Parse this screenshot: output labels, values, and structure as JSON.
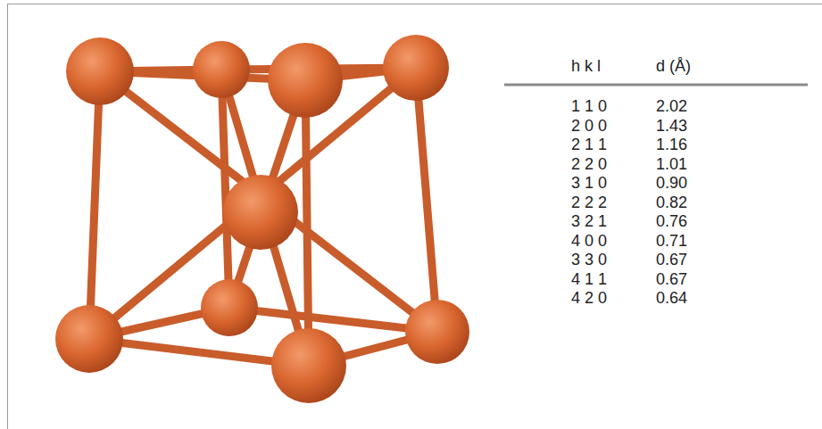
{
  "diagram": {
    "labels": [
      "h k l",
      "d (Å)",
      "1 1 0",
      "2.02",
      "2 0 0",
      "1.43",
      "2 1 1",
      "1.16",
      "2 2 0",
      "1.01",
      "3 1 0",
      "0.90",
      "2 2 2",
      "0.82",
      "3 2 1",
      "0.76",
      "4 0 0",
      "0.71",
      "3 3 0",
      "0.67",
      "4 1 1",
      "0.67",
      "4 2 0",
      "0.64"
    ]
  }
}
